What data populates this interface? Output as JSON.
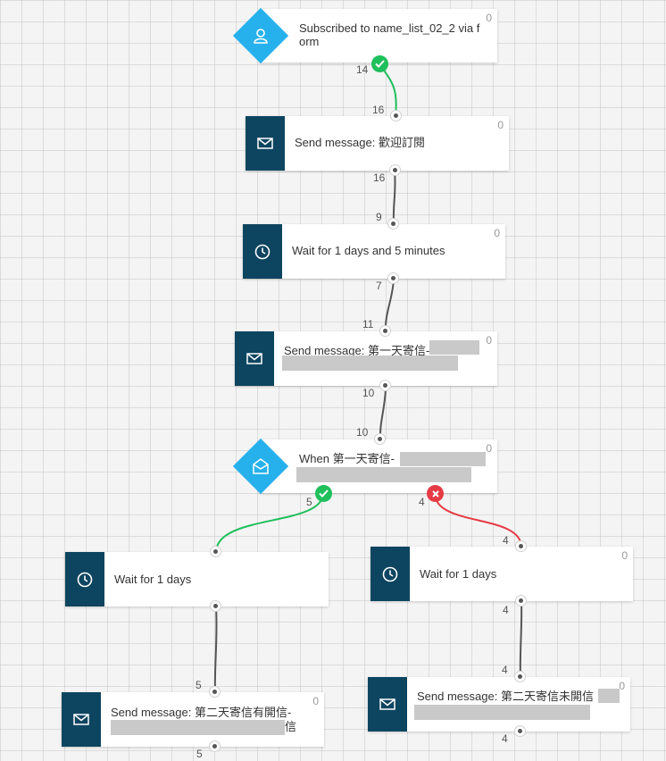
{
  "colors": {
    "trigger": "#27b1ec",
    "action_icon_bg": "#0d4560",
    "yes": "#1fbf5b",
    "no": "#e53b45"
  },
  "nodes": {
    "trigger": {
      "label": "Subscribed to name_list_02_2 via f orm",
      "count": "0",
      "icon": "person-icon"
    },
    "send_welcome": {
      "label": "Send message: 歡迎訂閱",
      "count": "0",
      "icon": "envelope-icon"
    },
    "wait_1": {
      "label": "Wait for 1 days and 5 minutes",
      "count": "0",
      "icon": "clock-icon"
    },
    "send_day1": {
      "label": "Send message: 第一天寄信-",
      "count": "0",
      "icon": "envelope-icon"
    },
    "condition": {
      "label": "When 第一天寄信-",
      "count": "0",
      "icon": "open-envelope-icon"
    },
    "wait_yes": {
      "label": "Wait for 1 days",
      "icon": "clock-icon"
    },
    "wait_no": {
      "label": "Wait for 1 days",
      "count": "0",
      "icon": "clock-icon"
    },
    "send_day2_opened": {
      "label": "Send message: 第二天寄信有開信-",
      "label_tail": "信",
      "count": "0",
      "icon": "envelope-icon"
    },
    "send_day2_unopened": {
      "label": "Send message: 第二天寄信未開信",
      "count": "0",
      "icon": "envelope-icon"
    }
  },
  "connections": {
    "trigger_out": "14",
    "welcome_in": "16",
    "welcome_out": "16",
    "wait1_in": "9",
    "wait1_out": "7",
    "day1_in": "11",
    "day1_out": "10",
    "cond_in": "10",
    "cond_yes_out": "5",
    "cond_no_out": "4",
    "wait_no_in": "4",
    "wait_no_out": "4",
    "day2_unopened_in": "4",
    "day2_unopened_out": "4",
    "wait_yes_out": "5",
    "day2_opened_out": "5"
  }
}
